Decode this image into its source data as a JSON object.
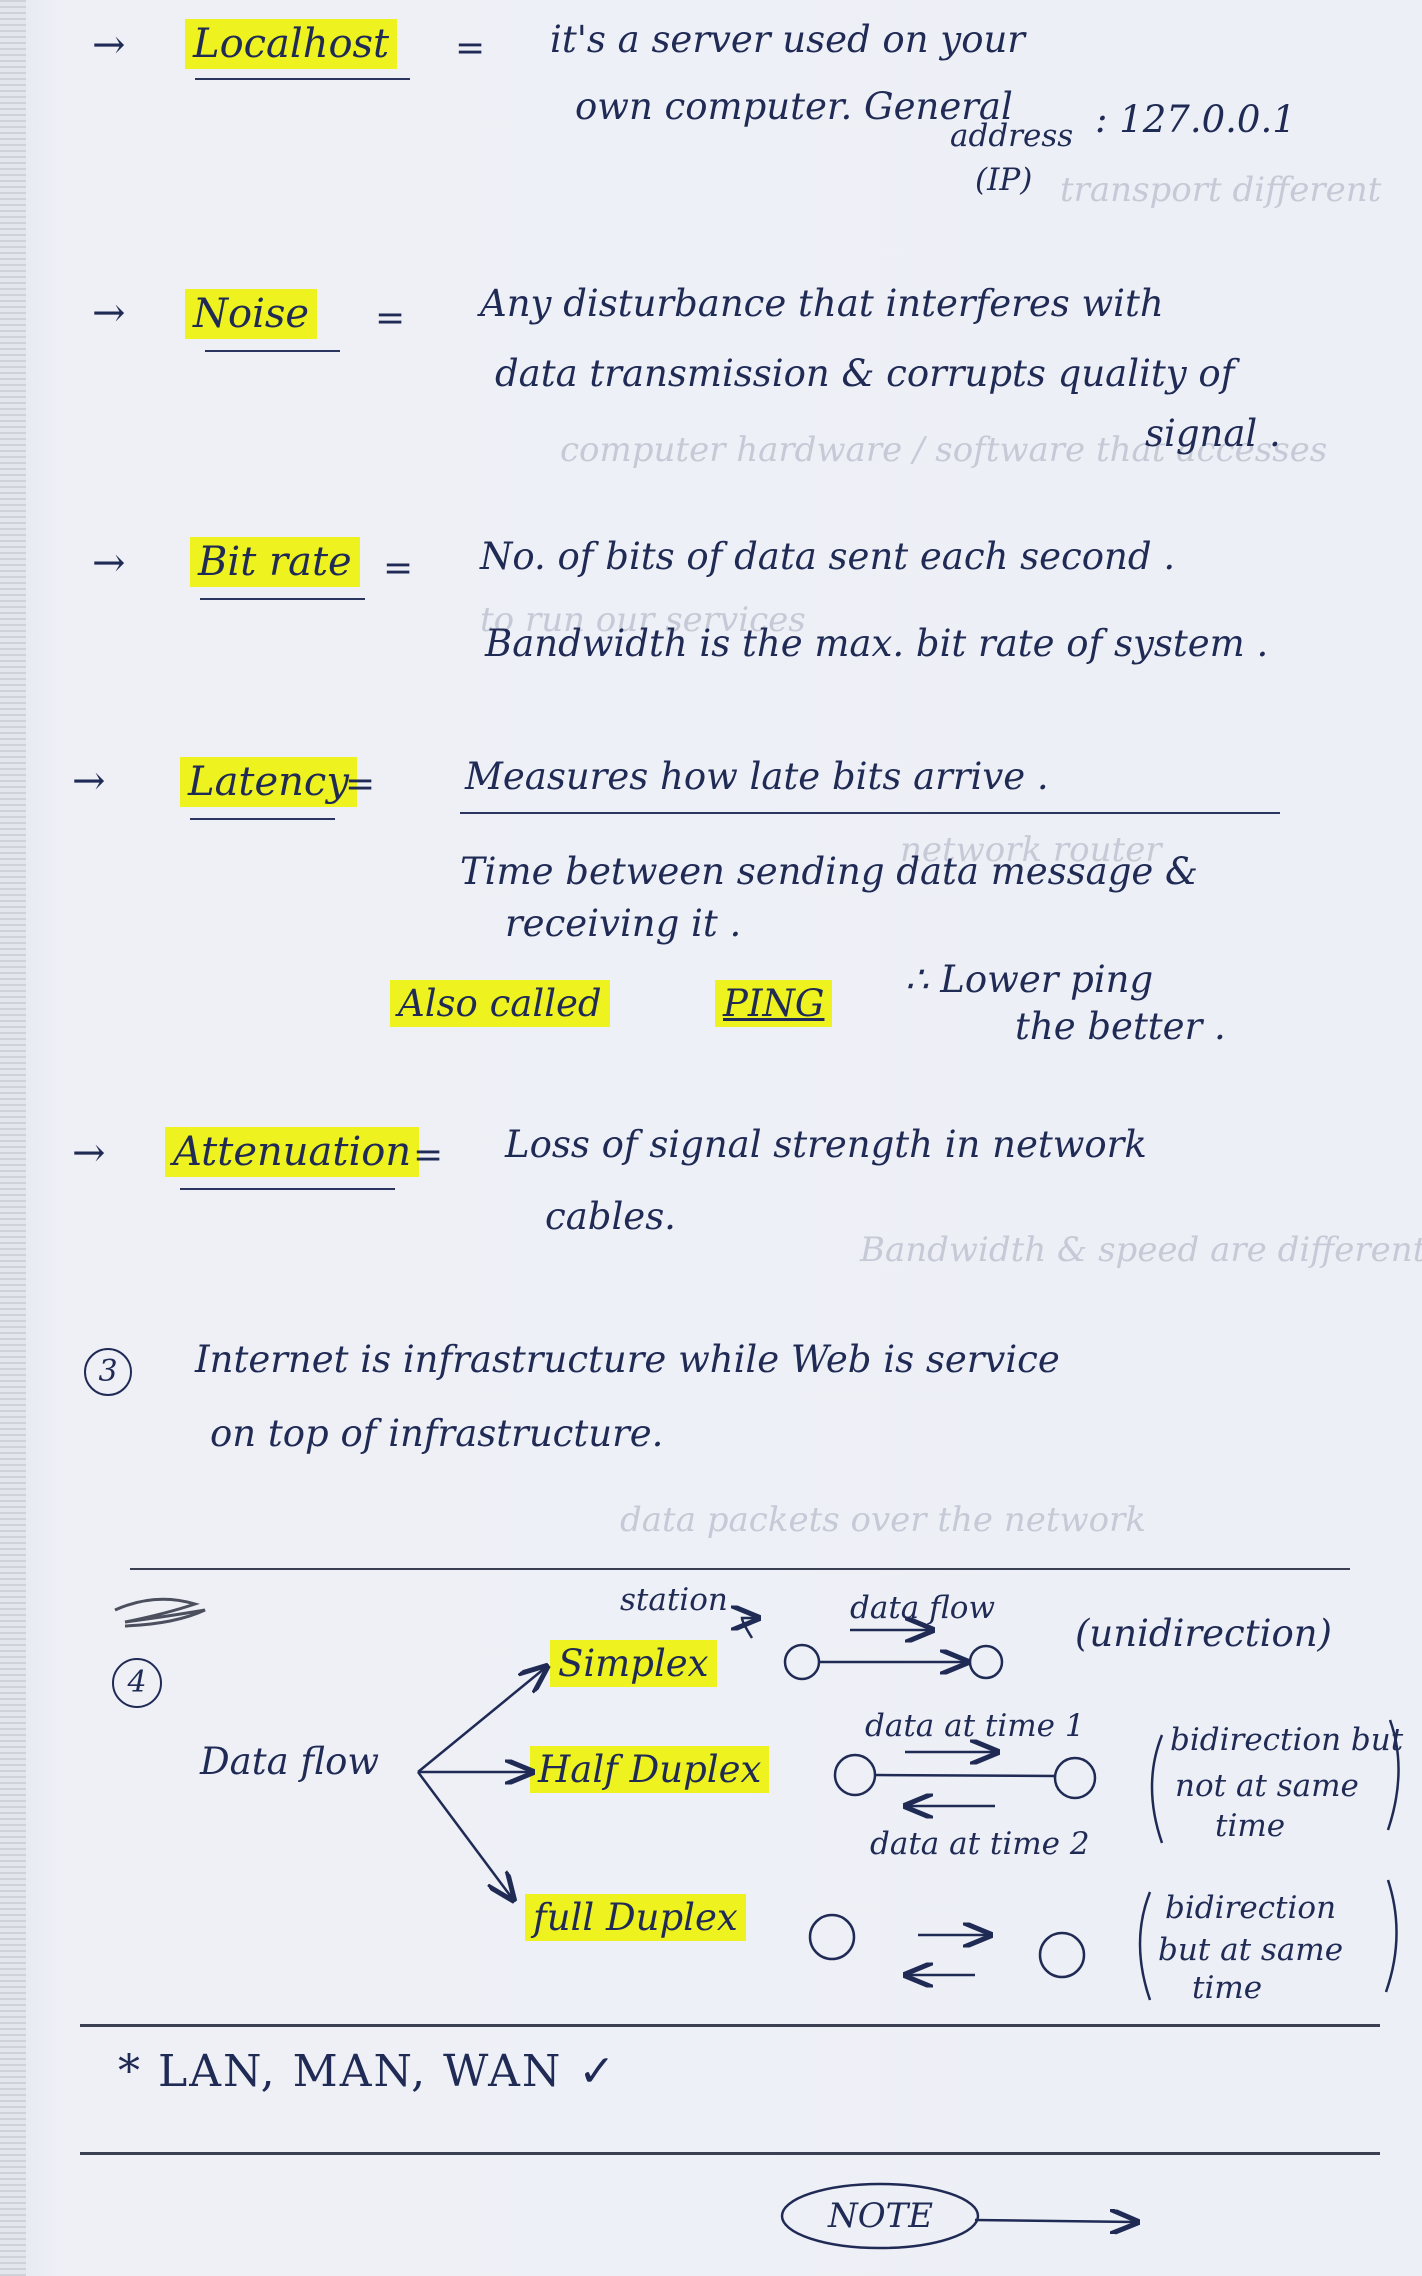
{
  "arrow": "→",
  "equals": "=",
  "entries": [
    {
      "term": "Localhost",
      "def_lines": [
        "it's a server used on your",
        "own computer. General",
        "address",
        "(IP)"
      ],
      "address_label": ": 127.0.0.1"
    },
    {
      "term": "Noise",
      "def_lines": [
        "Any disturbance that interferes with",
        "data transmission & corrupts quality of",
        "signal ."
      ]
    },
    {
      "term": "Bit rate",
      "def_lines": [
        "No. of bits of data sent each second .",
        "Bandwidth is the max. bit rate of system ."
      ]
    },
    {
      "term": "Latency",
      "def_lines": [
        "Measures how late bits arrive .",
        "Time between sending data message &",
        "receiving it ."
      ],
      "also_called": "Also called",
      "ping": "PING",
      "note_prefix": "∴ Lower ping",
      "note_suffix": "the better ."
    },
    {
      "term": "Attenuation",
      "def_lines": [
        "Loss of signal strength in network",
        "cables."
      ]
    }
  ],
  "point3": {
    "number": "3",
    "line1": "Internet is infrastructure while Web is service",
    "line2": "on top of infrastructure."
  },
  "point4": {
    "number": "4",
    "root": "Data flow",
    "station_label": "station",
    "modes": [
      {
        "name": "Simplex",
        "flow_label": "data flow",
        "desc": "(unidirection)"
      },
      {
        "name": "Half Duplex",
        "top_label": "data at time 1",
        "bottom_label": "data at time 2",
        "desc_lines": [
          "bidirection but",
          "not at same",
          "time"
        ]
      },
      {
        "name": "full Duplex",
        "desc_lines": [
          "bidirection",
          "but at same",
          "time"
        ]
      }
    ]
  },
  "footer": {
    "line": "* LAN, MAN, WAN ✓",
    "note": "NOTE"
  },
  "colors": {
    "ink": "#1f2a55",
    "highlight": "#eef21e",
    "paper": "#eceff5"
  }
}
